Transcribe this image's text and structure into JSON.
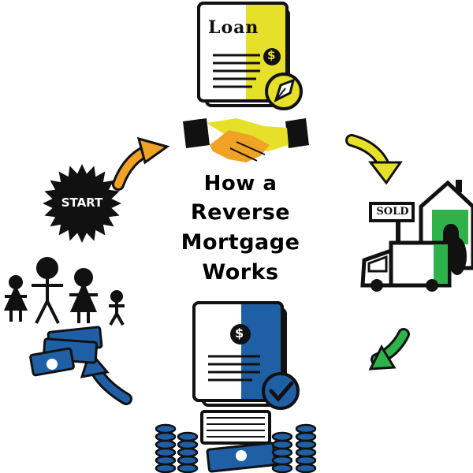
{
  "title": {
    "line1": "How a",
    "line2": "Reverse",
    "line3": "Mortgage",
    "line4": "Works"
  },
  "steps": {
    "start_label": "START",
    "loan_doc_label": "Loan",
    "sold_sign_label": "SOLD",
    "dollar_symbol": "$"
  },
  "colors": {
    "yellow": "#e6e02a",
    "orange": "#f0a225",
    "green": "#2fb24a",
    "blue": "#1f5fa6",
    "black": "#111111"
  },
  "icons": [
    "loan-document-icon",
    "pen-nib-icon",
    "handshake-icon",
    "house-icon",
    "sold-sign-icon",
    "moving-truck-icon",
    "family-icon",
    "money-stack-icon",
    "coin-stack-icon",
    "checkmark-icon",
    "start-burst-icon"
  ]
}
